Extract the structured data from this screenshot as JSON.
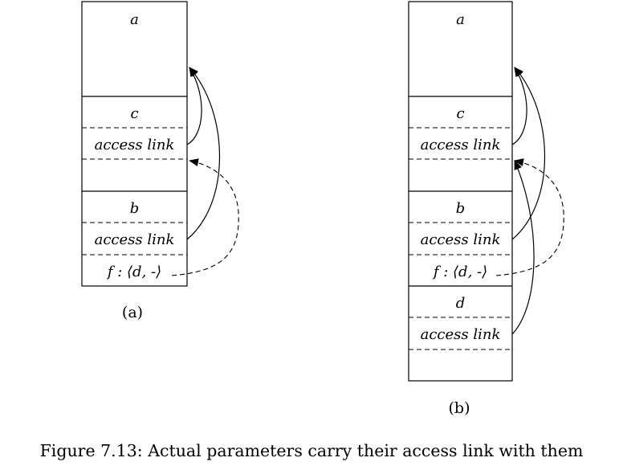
{
  "stack_a": {
    "sublabel": "(a)",
    "activation_a": "a",
    "activation_c": "c",
    "access_link_c": "access link",
    "activation_b": "b",
    "access_link_b": "access link",
    "param_f": "f : ⟨d, -⟩"
  },
  "stack_b": {
    "sublabel": "(b)",
    "activation_a": "a",
    "activation_c": "c",
    "access_link_c": "access link",
    "activation_b": "b",
    "access_link_b": "access link",
    "param_f": "f : ⟨d, -⟩",
    "activation_d": "d",
    "access_link_d": "access link"
  },
  "caption": "Figure 7.13: Actual parameters carry their access link with them"
}
